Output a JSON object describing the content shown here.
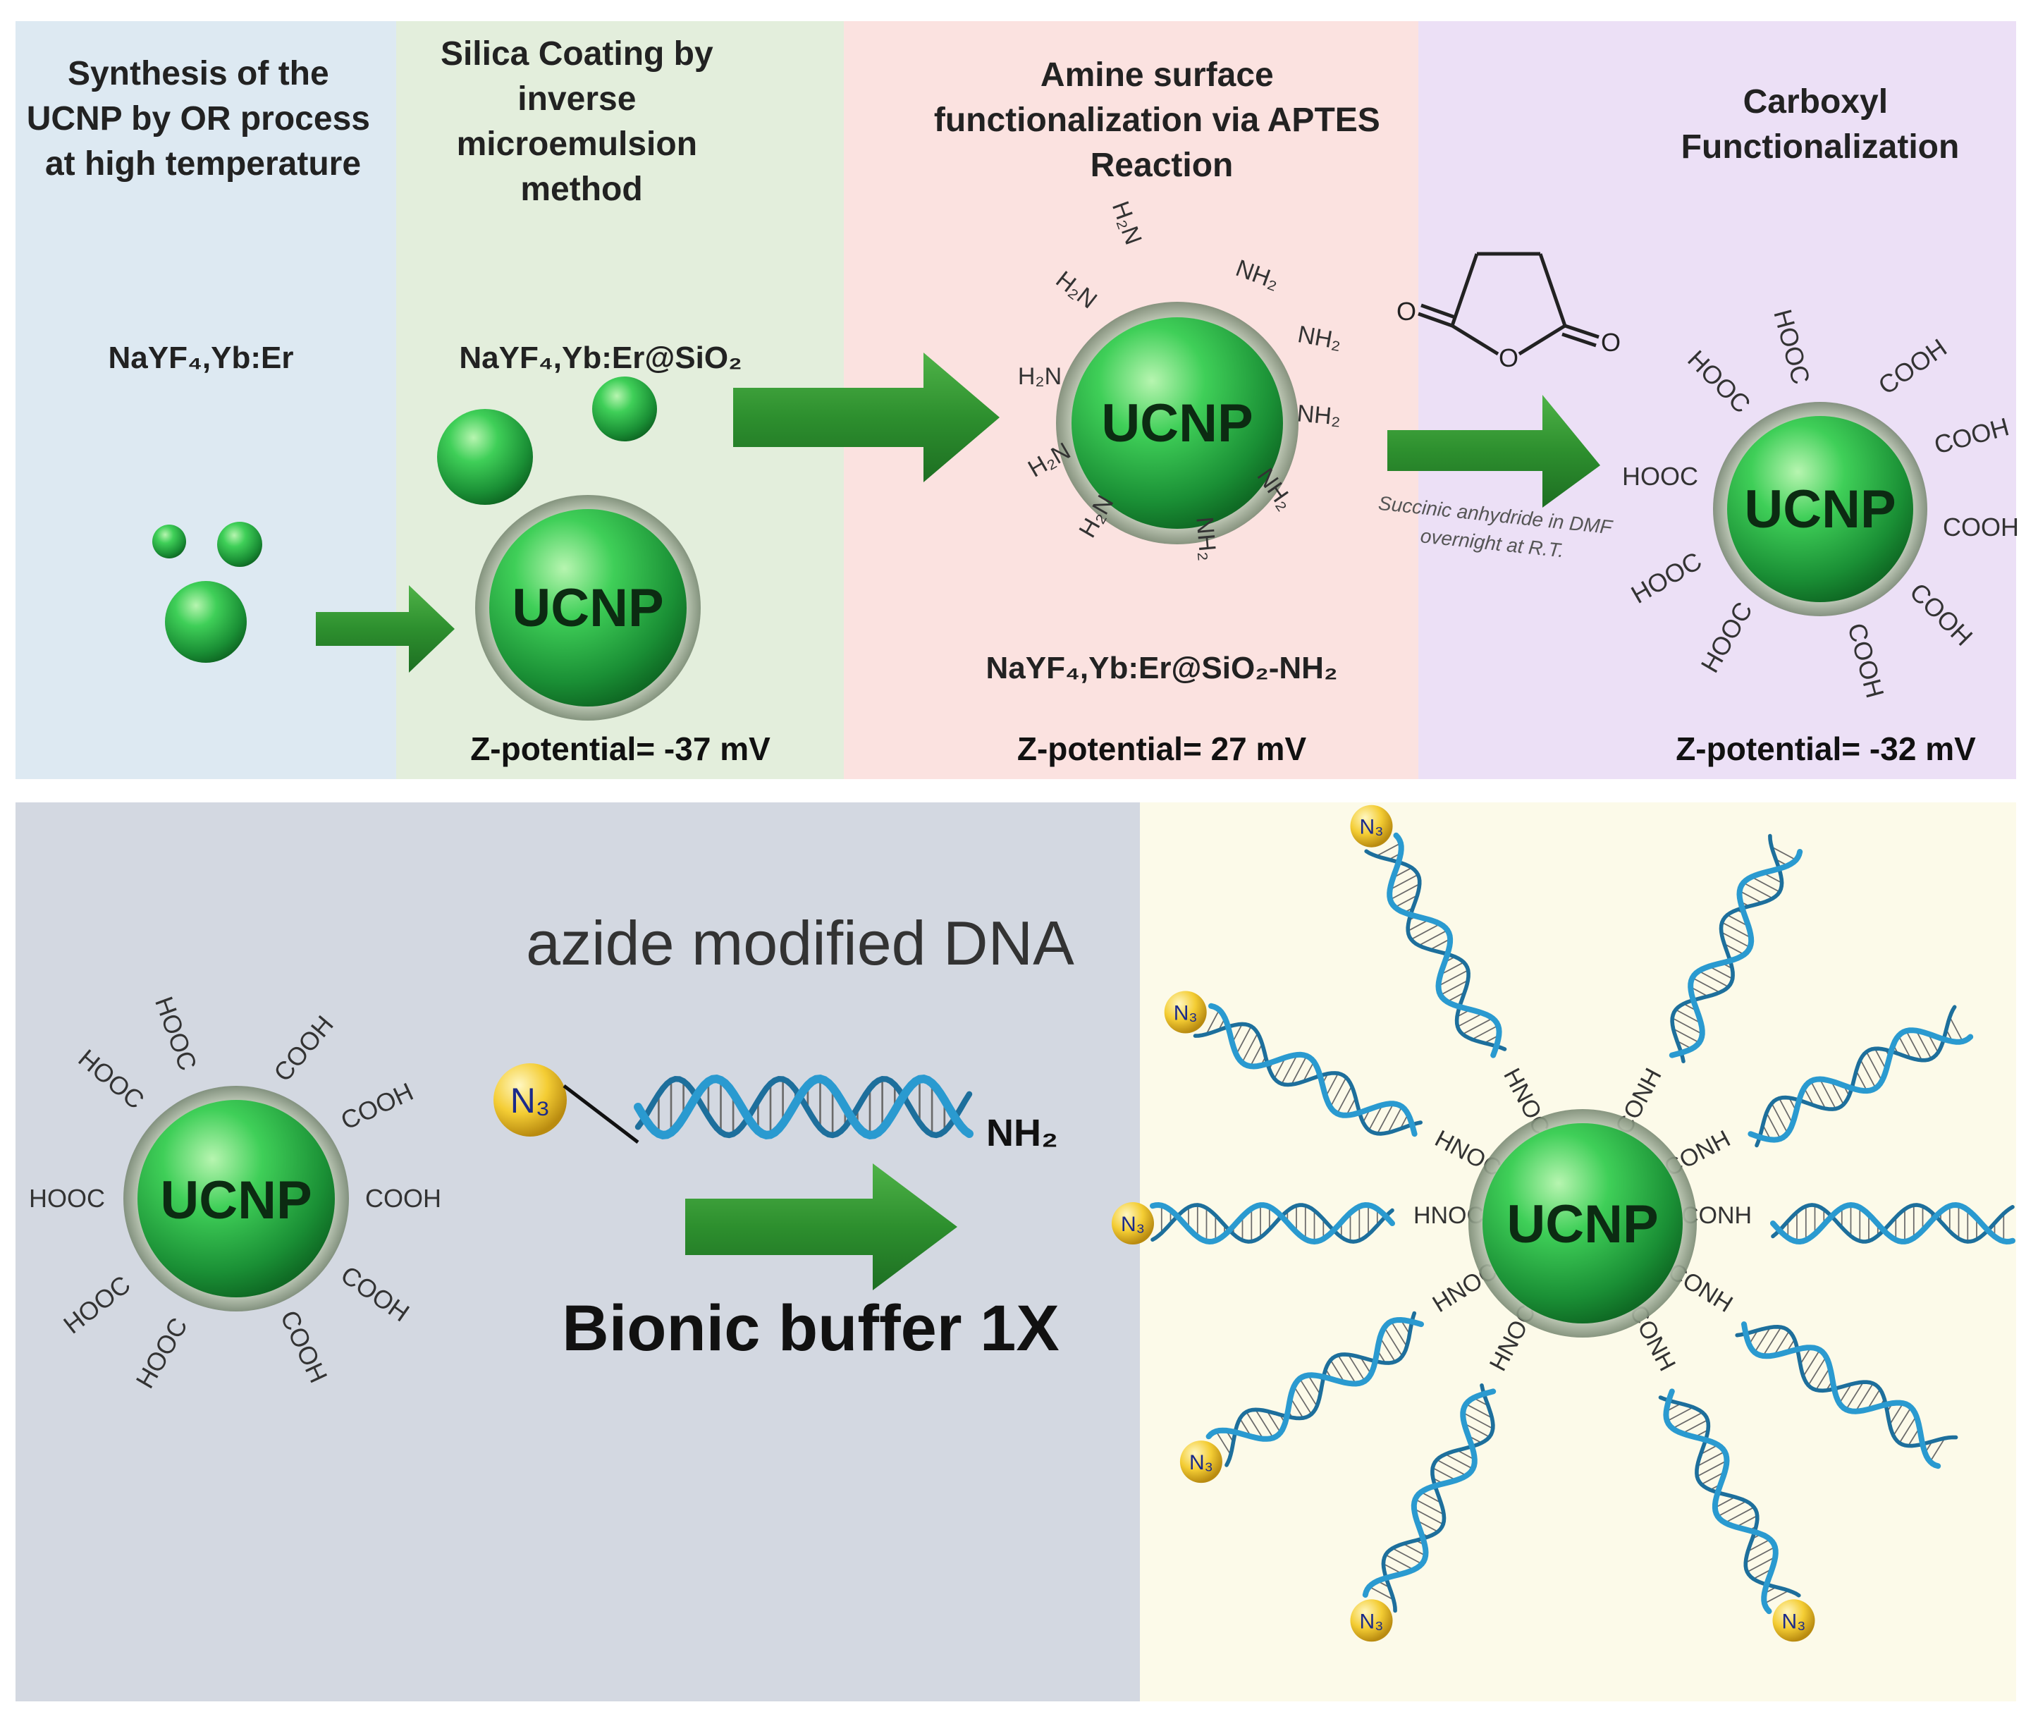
{
  "panels": {
    "synthesis": {
      "title_lines": [
        "Synthesis of the",
        "UCNP by OR process",
        "at high temperature"
      ],
      "formula": "NaYF₄,Yb:Er",
      "color": "#dde9f2"
    },
    "silica": {
      "title_lines": [
        "Silica Coating by",
        "inverse",
        "microemulsion",
        "method"
      ],
      "formula": "NaYF₄,Yb:Er@SiO₂",
      "zeta": "Z-potential= -37 mV",
      "color": "#e3eedc"
    },
    "amine": {
      "title_lines": [
        "Amine surface",
        "functionalization via APTES",
        "Reaction"
      ],
      "formula": "NaYF₄,Yb:Er@SiO₂-NH₂",
      "zeta": "Z-potential= 27 mV",
      "color": "#fbe2e0"
    },
    "carboxyl": {
      "title_lines": [
        "Carboxyl",
        "Functionalization"
      ],
      "zeta": "Z-potential= -32 mV",
      "color": "#ece0f6"
    },
    "conjugation": {
      "dna_label": "azide modified DNA",
      "buffer_label": "Bionic buffer 1X",
      "color": "#d3d8e1"
    },
    "product": {
      "color": "#fcfae9"
    }
  },
  "reaction": {
    "reagent_lines": [
      "Succinic anhydride in DMF",
      "overnight at R.T."
    ]
  },
  "particle_label": "UCNP",
  "groups": {
    "amine": "NH₂",
    "amine_reversed": "H₂N",
    "carboxyl": "COOH",
    "carboxyl_reversed": "HOOC",
    "amide": "CONH",
    "amide_reversed": "HNOC",
    "terminal_amine": "NH₂",
    "azide": "N₃"
  },
  "colors": {
    "particle": "#22a845",
    "arrow": "#2d8f2e",
    "dna": "#2a9ad0",
    "azide_bead": "#f4cd34"
  }
}
